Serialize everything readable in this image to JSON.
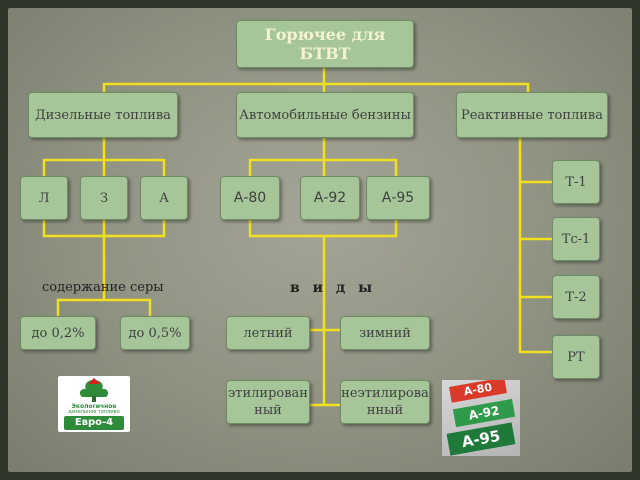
{
  "diagram": {
    "root": "Горючее для БТВТ",
    "categories": {
      "diesel": "Дизельные топлива",
      "gasoline": "Автомобильные бензины",
      "jet": "Реактивные топлива"
    },
    "diesel_grades": [
      "Л",
      "З",
      "А"
    ],
    "gasoline_grades": [
      "А-80",
      "А-92",
      "А-95"
    ],
    "jet_grades": [
      "Т-1",
      "Тс-1",
      "Т-2",
      "РТ"
    ],
    "sulfur_label": "содержание серы",
    "sulfur_levels": [
      "до 0,2%",
      "до 0,5%"
    ],
    "types_label": "в и д ы",
    "season_types": [
      "летний",
      "зимний"
    ],
    "lead_types": [
      "этилированный",
      "неэтилированный"
    ]
  },
  "logo_euro4": {
    "line1": "Экологичное",
    "line2": "дизельное топливо",
    "badge": "Евро-4"
  },
  "fuel_photo": {
    "labels": [
      "A-80",
      "A-92",
      "A-95"
    ]
  },
  "colors": {
    "box_fill": "#a6c69a",
    "connector": "#f0e020",
    "title_text": "#f4f2d0"
  }
}
